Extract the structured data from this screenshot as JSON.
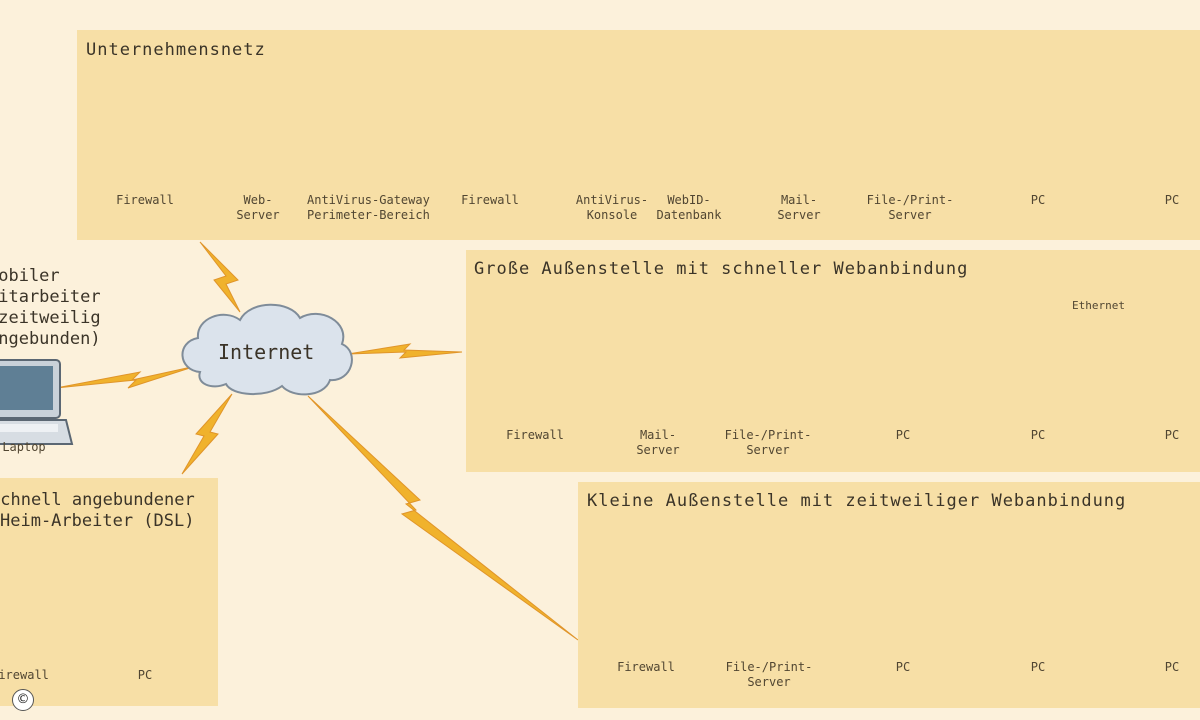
{
  "panels": {
    "headquarters": {
      "title": "Unternehmensnetz",
      "devices": [
        {
          "kind": "firewall",
          "label": [
            "Firewall"
          ]
        },
        {
          "kind": "server",
          "label": [
            "Web-",
            "Server"
          ]
        },
        {
          "kind": "server",
          "label": [
            "AntiVirus-Gateway",
            "Perimeter-Bereich"
          ]
        },
        {
          "kind": "firewall",
          "label": [
            "Firewall"
          ]
        },
        {
          "kind": "server",
          "label": [
            "AntiVirus-",
            "Konsole"
          ]
        },
        {
          "kind": "server",
          "label": [
            "WebID-",
            "Datenbank"
          ]
        },
        {
          "kind": "server",
          "label": [
            "Mail-",
            "Server"
          ]
        },
        {
          "kind": "server",
          "label": [
            "File-/Print-",
            "Server"
          ]
        },
        {
          "kind": "laptop",
          "label": [
            "PC"
          ]
        },
        {
          "kind": "laptop",
          "label": [
            "PC"
          ]
        }
      ]
    },
    "large_branch": {
      "title": "Große Außenstelle mit schneller Webanbindung",
      "bus_label": "Ethernet",
      "devices": [
        {
          "kind": "firewall",
          "label": [
            "Firewall"
          ]
        },
        {
          "kind": "server",
          "label": [
            "Mail-",
            "Server"
          ]
        },
        {
          "kind": "server",
          "label": [
            "File-/Print-",
            "Server"
          ]
        },
        {
          "kind": "laptop",
          "label": [
            "PC"
          ]
        },
        {
          "kind": "laptop",
          "label": [
            "PC"
          ]
        },
        {
          "kind": "laptop",
          "label": [
            "PC"
          ]
        }
      ]
    },
    "small_branch": {
      "title": "Kleine Außenstelle mit zeitweiliger Webanbindung",
      "devices": [
        {
          "kind": "firewall",
          "label": [
            "Firewall"
          ]
        },
        {
          "kind": "server",
          "label": [
            "File-/Print-",
            "Server"
          ]
        },
        {
          "kind": "laptop",
          "label": [
            "PC"
          ]
        },
        {
          "kind": "laptop",
          "label": [
            "PC"
          ]
        },
        {
          "kind": "laptop",
          "label": [
            "PC"
          ]
        }
      ]
    },
    "dsl_worker": {
      "title": [
        "schnell angebundener",
        "Heim-Arbeiter (DSL)"
      ],
      "devices": [
        {
          "kind": "firewall",
          "label": [
            "Firewall"
          ]
        },
        {
          "kind": "laptop",
          "label": [
            "PC"
          ]
        }
      ]
    }
  },
  "mobile_worker": {
    "text": [
      "Mobiler",
      "Mitarbeiter",
      "(zeitweilig",
      "angebunden)"
    ],
    "device_label": "Laptop"
  },
  "internet": "Internet",
  "copyright": "©",
  "colors": {
    "background": "#fcf1db",
    "panel": "#f7dfa6",
    "link_line": "#b4443a",
    "lightning": "#f0b22c",
    "firewall_brick": "#a2544a",
    "server_body": "#cfd6de",
    "laptop_screen": "#5f7f95"
  }
}
